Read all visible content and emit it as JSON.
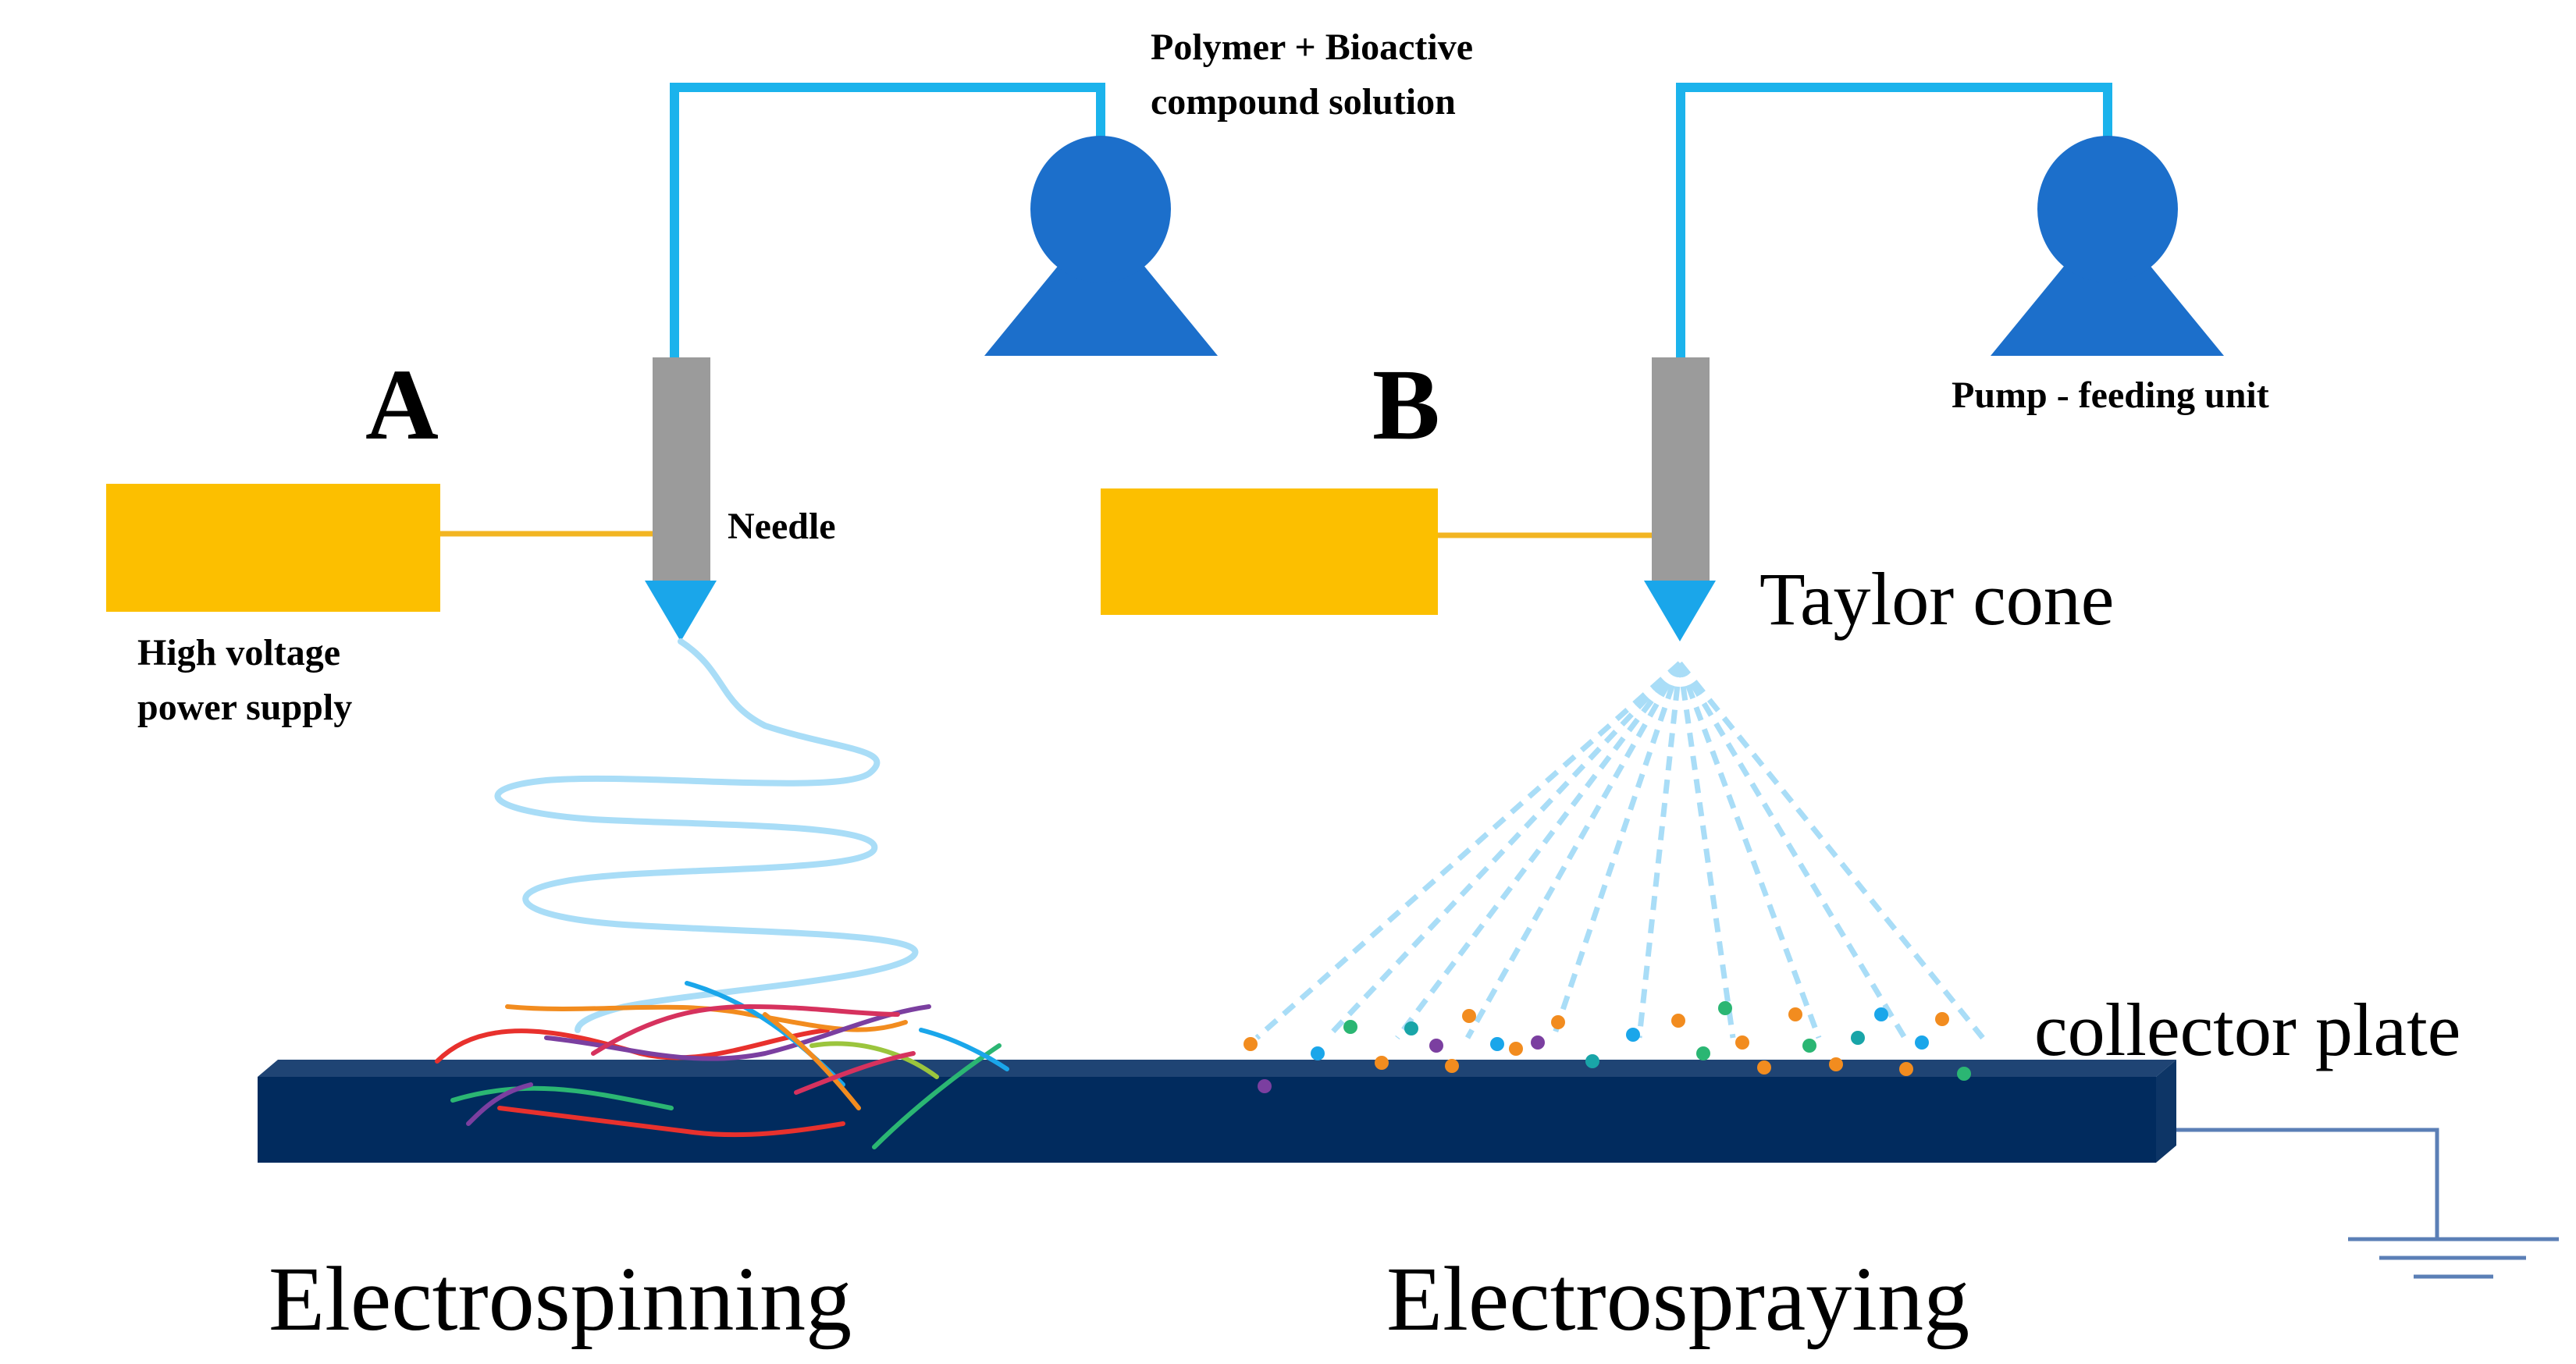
{
  "panels": {
    "a": {
      "letter": "A",
      "caption": "Electrospinning"
    },
    "b": {
      "letter": "B",
      "caption": "Electrospraying"
    }
  },
  "labels": {
    "solution": [
      "Polymer + Bioactive",
      "compound solution"
    ],
    "pump": "Pump - feeding unit",
    "needle": "Needle",
    "power_supply": [
      "High voltage",
      "power supply"
    ],
    "taylor_cone": "Taylor cone",
    "collector": "collector plate"
  },
  "colors": {
    "tubing": "#1bb3ec",
    "pump": "#1c6fcb",
    "needle": "#9b9b9b",
    "cone": "#1aa6ea",
    "power_supply": "#fcbf00",
    "wire": "#f2b522",
    "collector_top": "#1f4474",
    "collector_front": "#012b5e",
    "ground": "#5b7fb6",
    "jet": "#a9ddf7",
    "fibers": [
      "#e8312d",
      "#f28c1f",
      "#2bb673",
      "#7b3fa0",
      "#1aa6ea",
      "#d6325e",
      "#9bc53d"
    ],
    "particles": [
      "#f28c1f",
      "#1aa6ea",
      "#2bb673",
      "#7b3fa0",
      "#19a5a8"
    ]
  }
}
